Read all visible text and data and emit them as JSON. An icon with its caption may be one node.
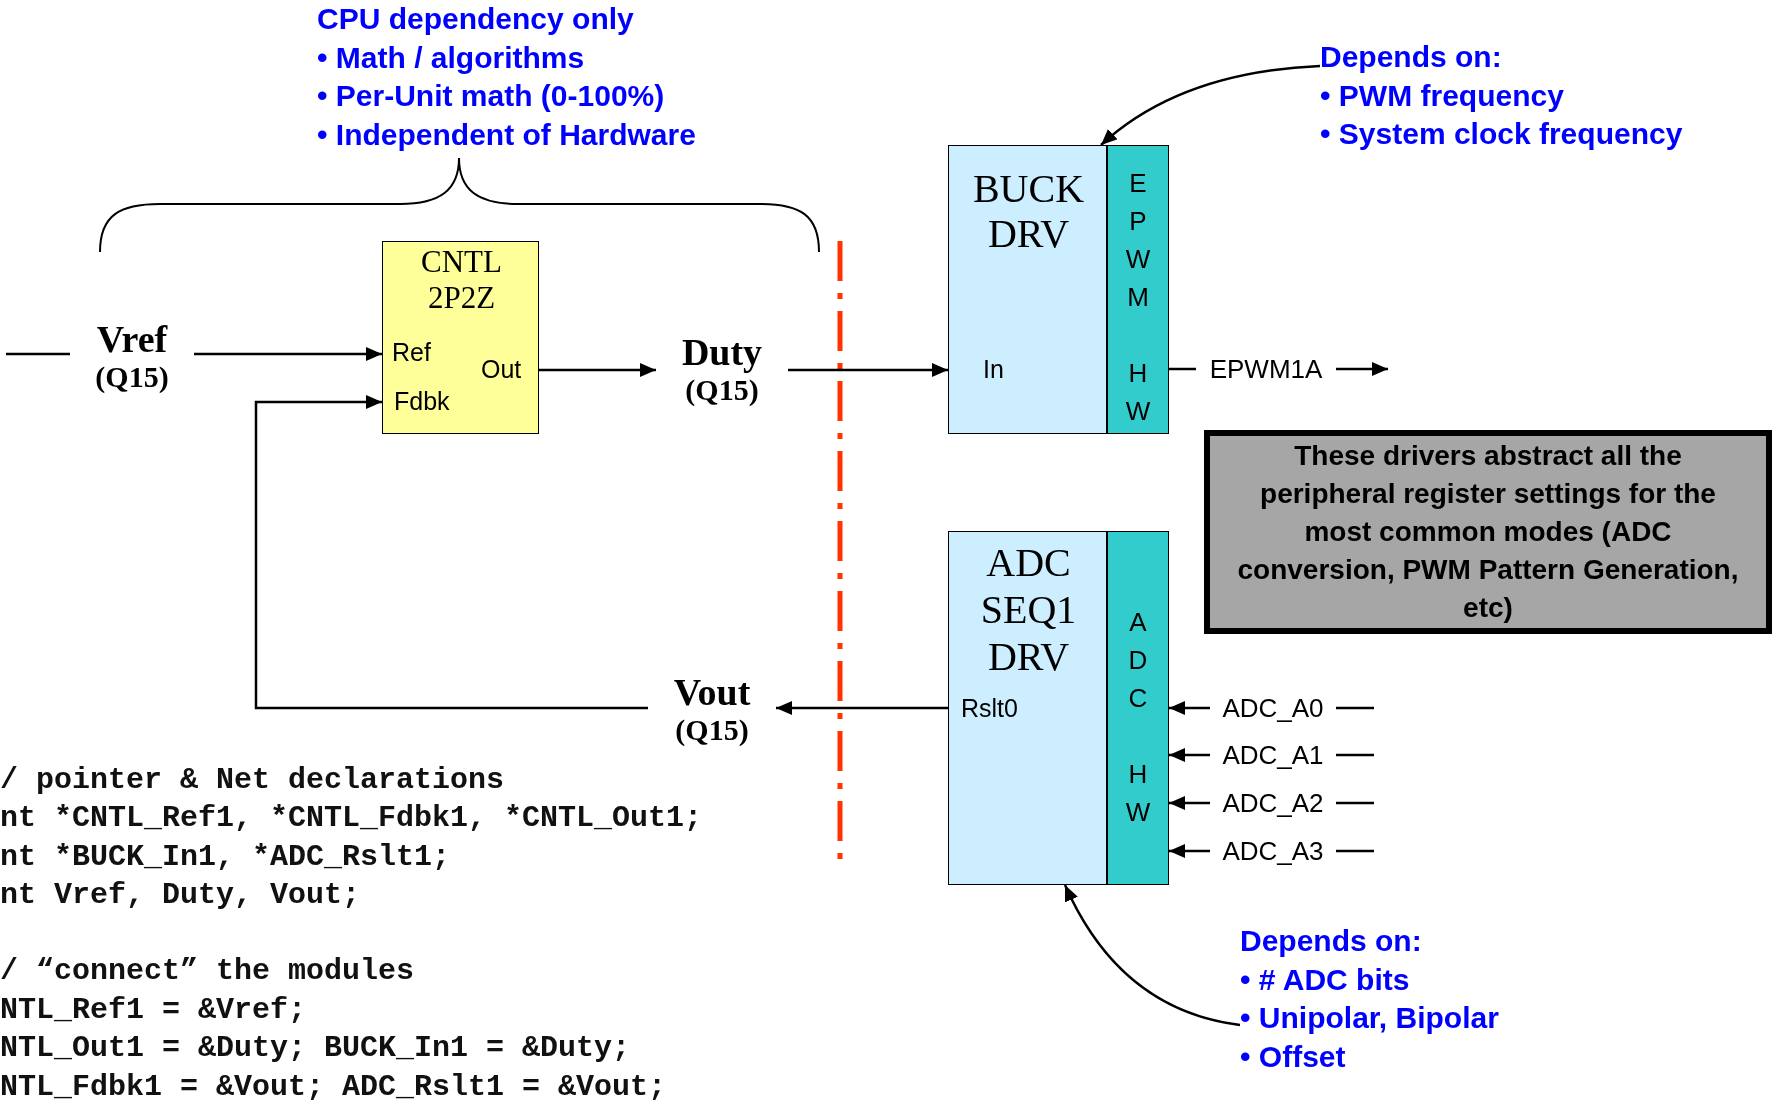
{
  "diagram": {
    "nodes": [
      {
        "text": [
          "Vref",
          "(Q15)"
        ]
      },
      {
        "text": [
          "CNTL 2P2Z",
          "Ref",
          "Fdbk",
          "Out"
        ]
      },
      {
        "text": [
          "Duty",
          "(Q15)"
        ]
      },
      {
        "text": [
          "BUCK DRV",
          "In"
        ]
      },
      {
        "text": [
          "EPWM HW"
        ]
      },
      {
        "text": [
          "EPWM1A"
        ]
      },
      {
        "text": [
          "Depends on:",
          "• PWM frequency",
          "• System clock frequency"
        ]
      },
      {
        "text": [
          "These drivers abstract all the peripheral register settings for the most common modes (ADC conversion, PWM Pattern Generation, etc)"
        ]
      },
      {
        "text": [
          "Vout",
          "(Q15)"
        ]
      },
      {
        "text": [
          "ADC SEQ1 DRV",
          "Rslt0"
        ]
      },
      {
        "text": [
          "ADC HW"
        ]
      },
      {
        "text": [
          "ADC_A0"
        ]
      },
      {
        "text": [
          "ADC_A1"
        ]
      },
      {
        "text": [
          "ADC_A2"
        ]
      },
      {
        "text": [
          "ADC_A3"
        ]
      },
      {
        "text": [
          "Depends on:",
          "• # ADC bits",
          "• Unipolar, Bipolar",
          "• Offset"
        ]
      }
    ],
    "edges": [
      {
        "from": null,
        "to": 0,
        "arrow": "none"
      },
      {
        "from": 0,
        "to": 1,
        "arrow": "to"
      },
      {
        "from": 1,
        "to": 2,
        "arrow": "to"
      },
      {
        "from": 2,
        "to": 3,
        "arrow": "to"
      },
      {
        "from": 4,
        "to": 5,
        "arrow": "none"
      },
      {
        "from": 5,
        "to": null,
        "arrow": "to"
      },
      {
        "from": 6,
        "to": 3,
        "arrow": "to"
      },
      {
        "from": 9,
        "to": 8,
        "arrow": "to"
      },
      {
        "from": 8,
        "to": 1,
        "arrow": "to"
      },
      {
        "from": 11,
        "to": 10,
        "arrow": "to"
      },
      {
        "from": 12,
        "to": 10,
        "arrow": "to"
      },
      {
        "from": 13,
        "to": 10,
        "arrow": "to"
      },
      {
        "from": 14,
        "to": 10,
        "arrow": "to"
      },
      {
        "from": null,
        "to": 11,
        "arrow": "none"
      },
      {
        "from": null,
        "to": 12,
        "arrow": "none"
      },
      {
        "from": null,
        "to": 13,
        "arrow": "none"
      },
      {
        "from": null,
        "to": 14,
        "arrow": "none"
      },
      {
        "from": 15,
        "to": 9,
        "arrow": "to"
      }
    ],
    "labels": [
      "CPU dependency only",
      "• Math / algorithms",
      "• Per-Unit math (0-100%)",
      "• Independent of Hardware",
      "/ pointer & Net declarations",
      "nt *CNTL_Ref1, *CNTL_Fdbk1, *CNTL_Out1;",
      "nt *BUCK_In1, *ADC_Rslt1;",
      "nt Vref, Duty, Vout;",
      "/ “connect” the modules",
      "NTL_Ref1 = &Vref;",
      "NTL_Out1 = &Duty; BUCK_In1 = &Duty;",
      "NTL_Fdbk1 = &Vout; ADC_Rslt1 = &Vout;"
    ]
  }
}
